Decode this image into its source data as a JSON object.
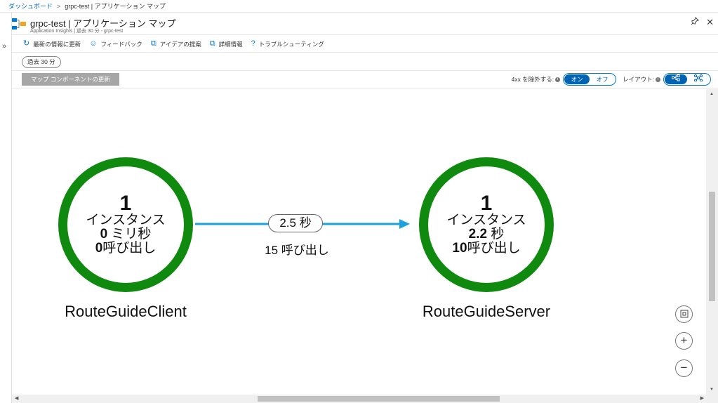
{
  "breadcrumb": {
    "home": "ダッシュボード",
    "current": "grpc-test | アプリケーション マップ"
  },
  "header": {
    "title": "grpc-test | アプリケーション マップ",
    "subtitle": "Application Insights | 過去 30 分 - grpc-test",
    "pin_icon": "pin-icon",
    "close_icon": "close-icon"
  },
  "toolbar": {
    "refresh": "最新の情報に更新",
    "feedback": "フィードバック",
    "ideas": "アイデアの提案",
    "details": "詳細情報",
    "troubleshoot": "トラブルシューティング"
  },
  "filter": {
    "time": "過去 30 分"
  },
  "map_bar": {
    "update_button": "マップ コンポーネントの更新",
    "exclude_4xx_label": "4xx を除外する:",
    "toggle_on": "オン",
    "toggle_off": "オフ",
    "layout_label": "レイアウト:"
  },
  "nodes": {
    "client": {
      "count": "1",
      "instances": "インスタンス",
      "duration_value": "0",
      "duration_unit": "ミリ秒",
      "calls_value": "0",
      "calls_unit": "呼び出し",
      "name": "RouteGuideClient"
    },
    "server": {
      "count": "1",
      "instances": "インスタンス",
      "duration_value": "2.2",
      "duration_unit": "秒",
      "calls_value": "10",
      "calls_unit": "呼び出し",
      "name": "RouteGuideServer"
    }
  },
  "edge": {
    "duration": "2.5 秒",
    "calls": "15 呼び出し"
  },
  "colors": {
    "node_ring": "#0f8a0f",
    "edge": "#1ba1e2",
    "accent": "#0078d4"
  }
}
